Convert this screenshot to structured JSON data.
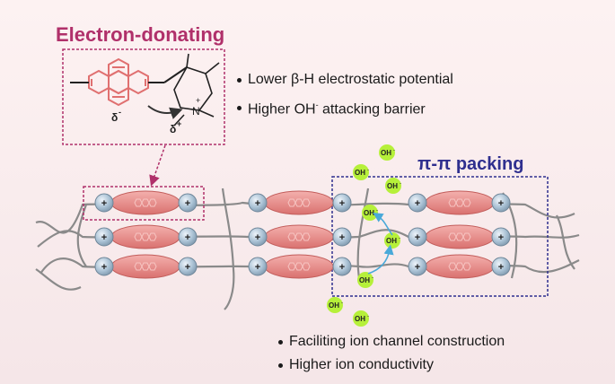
{
  "headings": {
    "electron_donating": "Electron-donating",
    "pi_pi_packing": "π-π packing"
  },
  "molecule": {
    "delta_minus": "δ",
    "delta_plus": "δ",
    "minus_sign": "-",
    "plus_sign": "+",
    "nitrogen": "N"
  },
  "bullets_top": [
    {
      "text": "Lower β-H electrostatic potential",
      "sup": ""
    },
    {
      "text": "Higher OH",
      "sup": "-",
      "tail": " attacking barrier"
    }
  ],
  "bullets_bottom": [
    {
      "text": "Faciliting ion channel construction"
    },
    {
      "text": "Higher ion conductivity"
    }
  ],
  "charge_label": "+",
  "hydroxide_label": "OH",
  "hydroxide_charge": "-",
  "colors": {
    "heading_pink": "#b0306a",
    "heading_blue": "#2f2f8f",
    "pyrene_ring": "#e07070",
    "disc": "#e98a8a",
    "ion_ball": "#a9c1d4",
    "hydroxide": "#b6f03a",
    "arrow_blue": "#49a9d9"
  }
}
